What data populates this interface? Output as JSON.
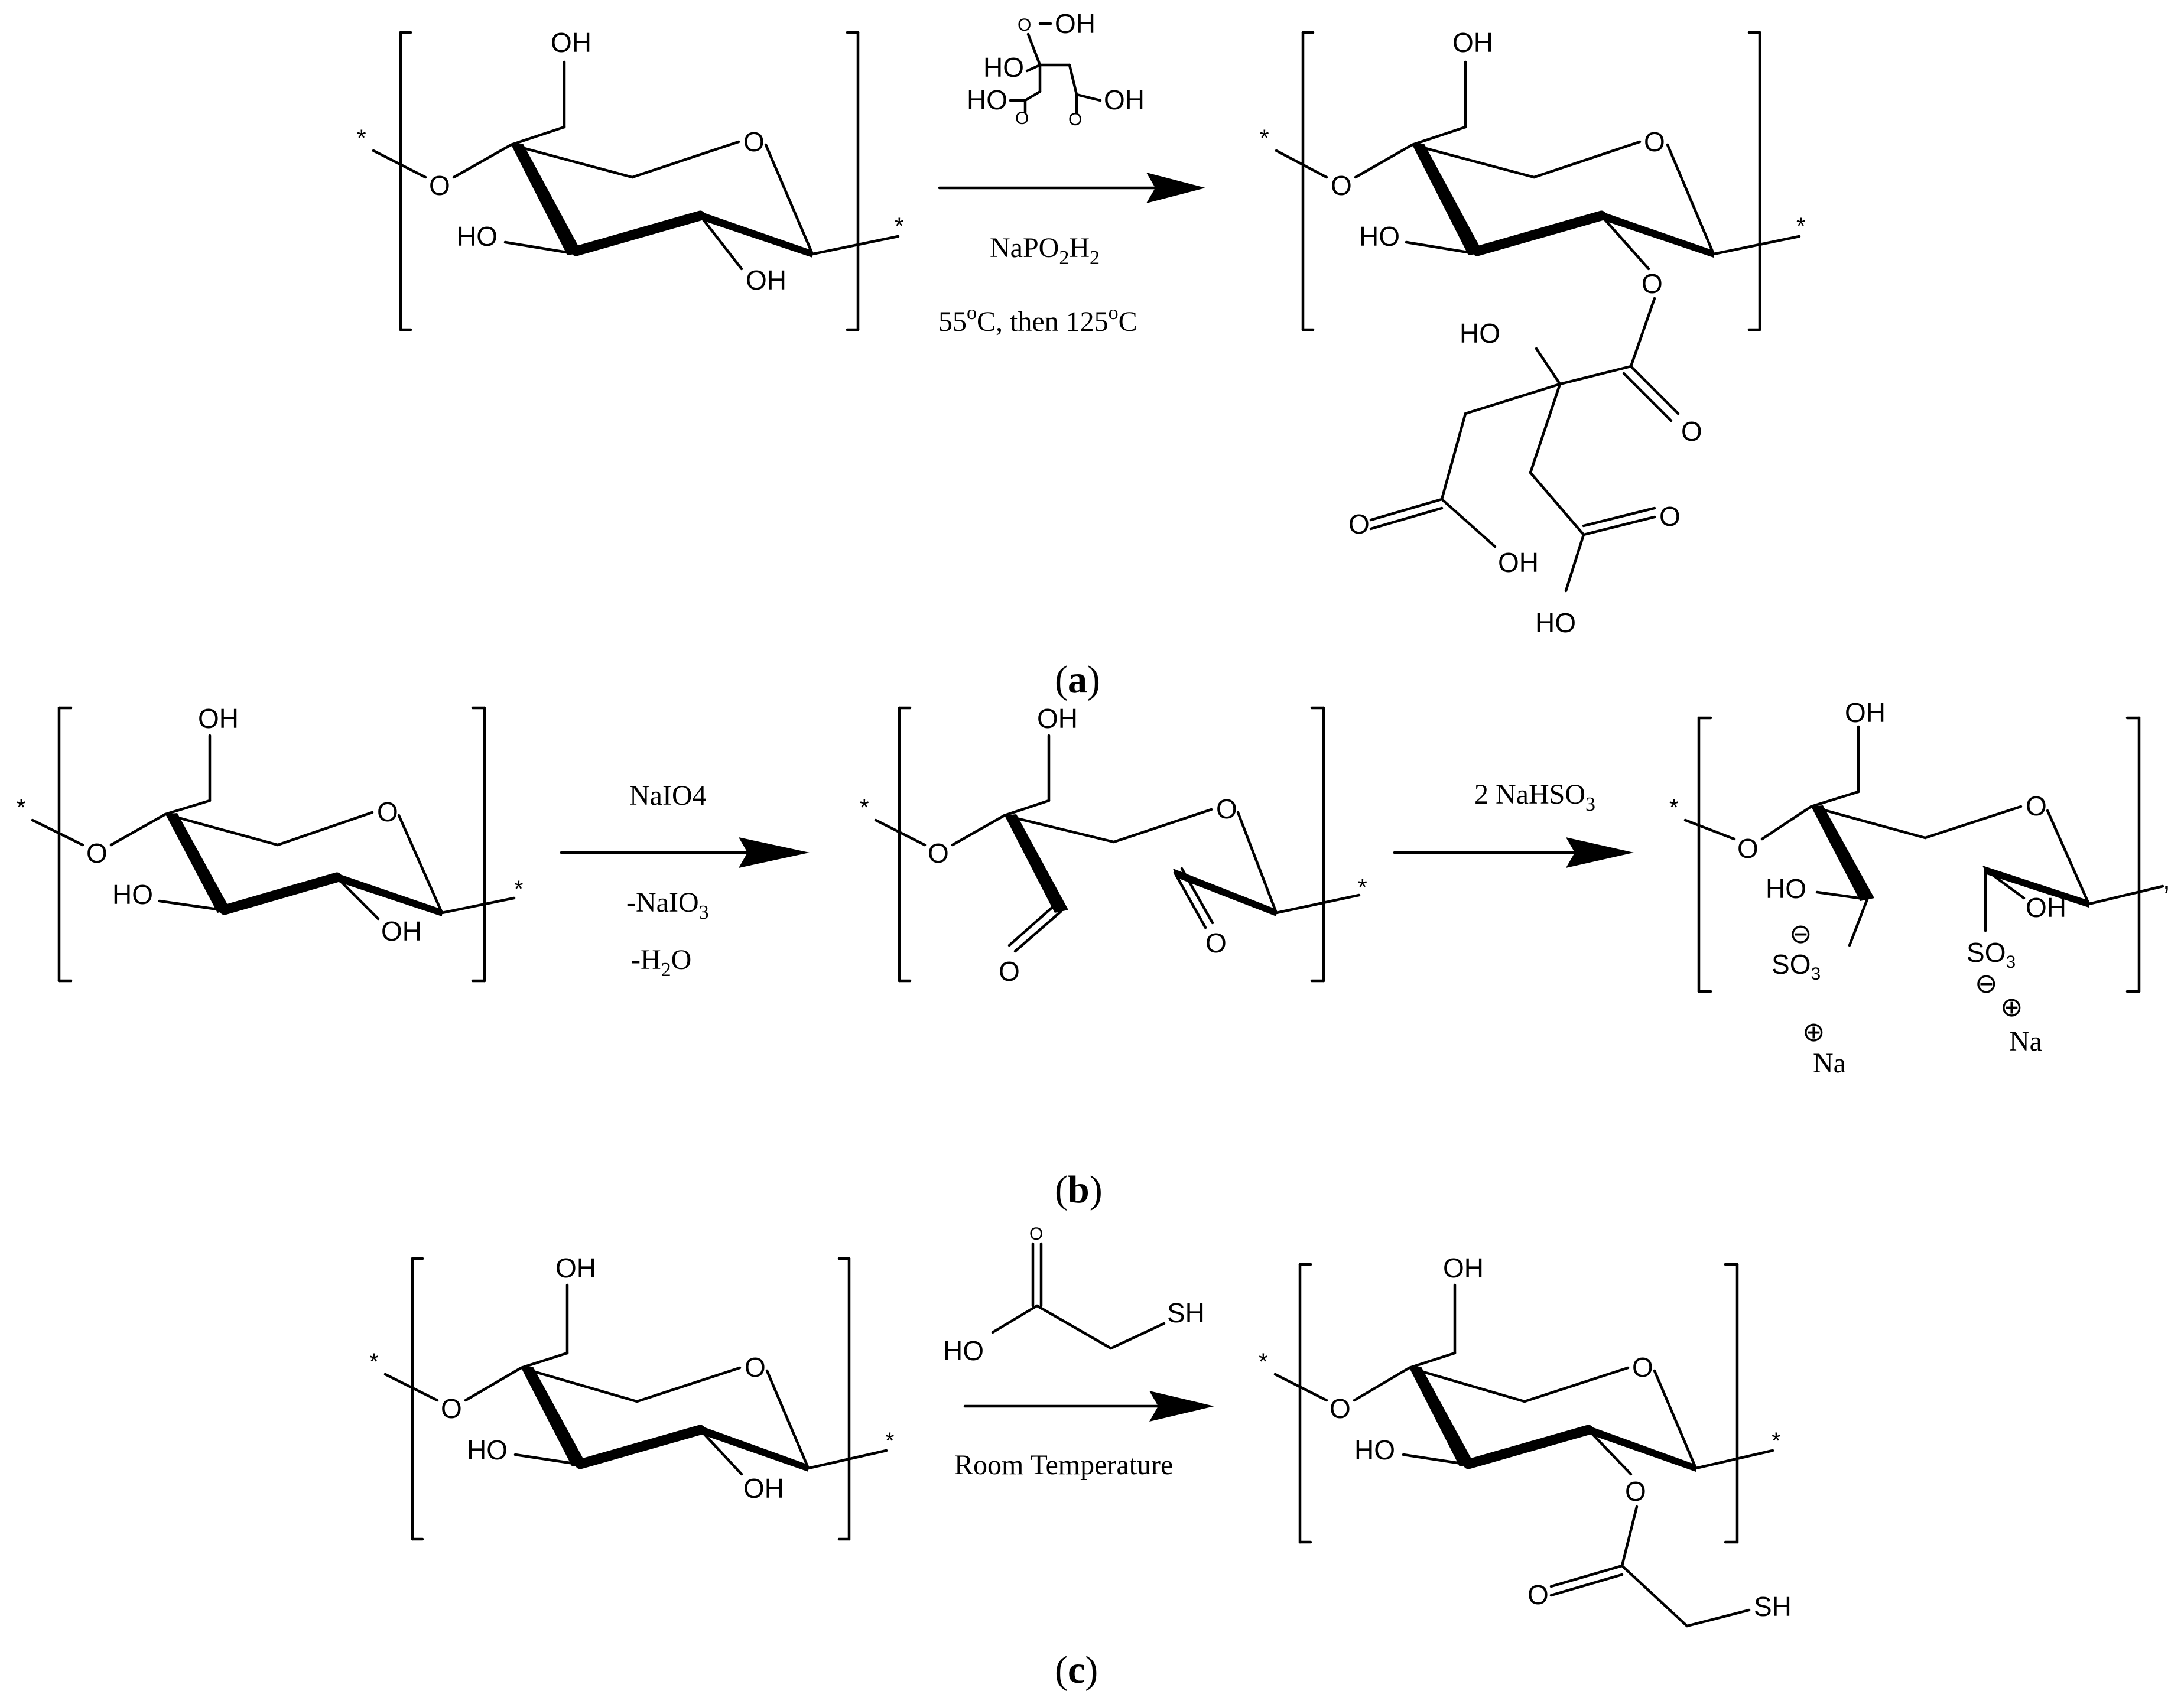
{
  "labels": {
    "OH": "OH",
    "HO": "HO",
    "O": "O",
    "star": "*",
    "SH": "SH",
    "Na": "Na",
    "S": "S",
    "sub2": "2",
    "sub3": "3",
    "sup_o": "o",
    "minus": "⊖",
    "plus": "⊕",
    "comma": ","
  },
  "panels": {
    "a": {
      "open": "(",
      "letter": "a",
      "close": ")"
    },
    "b": {
      "open": "(",
      "letter": "b",
      "close": ")"
    },
    "c": {
      "open": "(",
      "letter": "c",
      "close": ")"
    }
  },
  "conditions": {
    "a_catalyst_pre": "NaPO",
    "a_catalyst_mid": "H",
    "a_temp_1": "55",
    "a_temp_2": "C, then 125",
    "a_temp_3": "C",
    "b_reagent_1": "NaIO4",
    "b_byproduct_1": "-NaIO",
    "b_byproduct_2_pre": "-H",
    "b_byproduct_2_post": "O",
    "b_reagent_2_pre": "2 NaHSO",
    "c_condition": "Room Temperature"
  }
}
